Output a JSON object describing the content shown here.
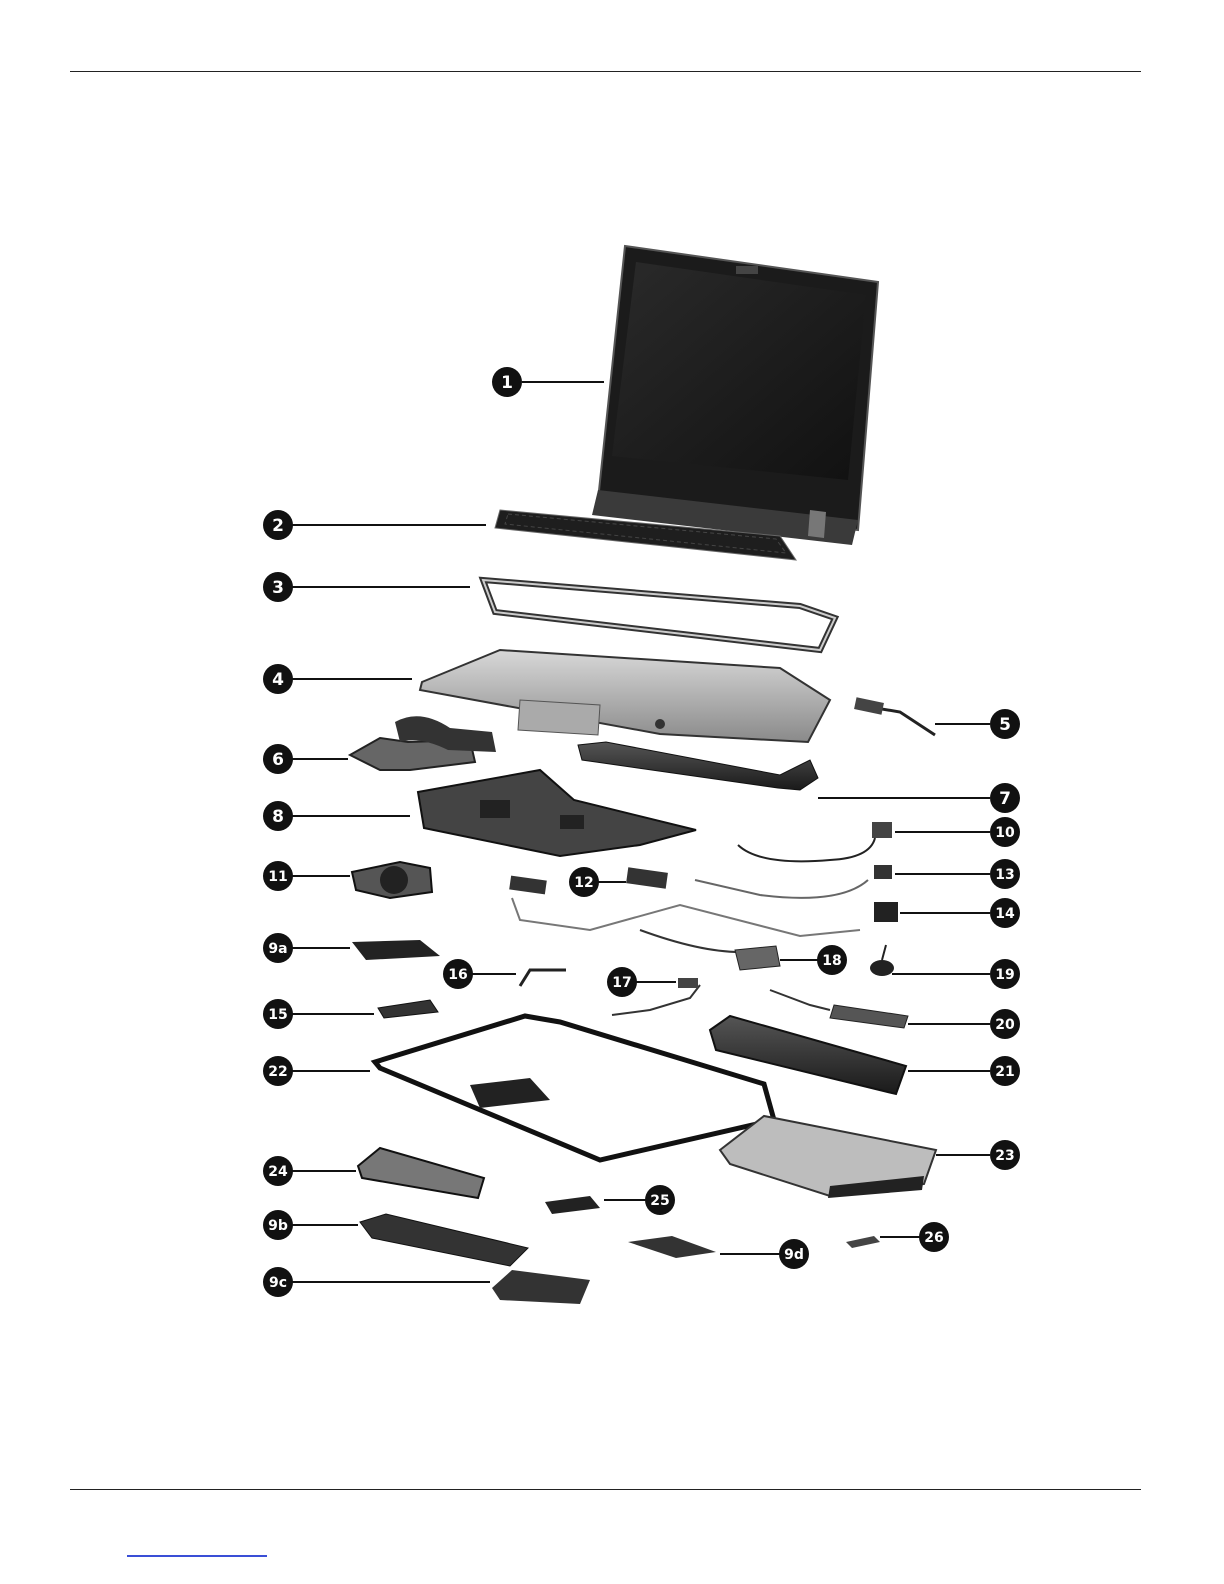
{
  "callouts": [
    {
      "id": "c1",
      "label": "1"
    },
    {
      "id": "c2",
      "label": "2"
    },
    {
      "id": "c3",
      "label": "3"
    },
    {
      "id": "c4",
      "label": "4"
    },
    {
      "id": "c5",
      "label": "5"
    },
    {
      "id": "c6",
      "label": "6"
    },
    {
      "id": "c7",
      "label": "7"
    },
    {
      "id": "c8",
      "label": "8"
    },
    {
      "id": "c10",
      "label": "10"
    },
    {
      "id": "c11",
      "label": "11"
    },
    {
      "id": "c12",
      "label": "12"
    },
    {
      "id": "c13",
      "label": "13"
    },
    {
      "id": "c14",
      "label": "14"
    },
    {
      "id": "c9a",
      "label": "9a"
    },
    {
      "id": "c16",
      "label": "16"
    },
    {
      "id": "c18",
      "label": "18"
    },
    {
      "id": "c19",
      "label": "19"
    },
    {
      "id": "c17",
      "label": "17"
    },
    {
      "id": "c15",
      "label": "15"
    },
    {
      "id": "c20",
      "label": "20"
    },
    {
      "id": "c22",
      "label": "22"
    },
    {
      "id": "c21",
      "label": "21"
    },
    {
      "id": "c23",
      "label": "23"
    },
    {
      "id": "c24",
      "label": "24"
    },
    {
      "id": "c25",
      "label": "25"
    },
    {
      "id": "c9b",
      "label": "9b"
    },
    {
      "id": "c26",
      "label": "26"
    },
    {
      "id": "c9d",
      "label": "9d"
    },
    {
      "id": "c9c",
      "label": "9c"
    }
  ]
}
